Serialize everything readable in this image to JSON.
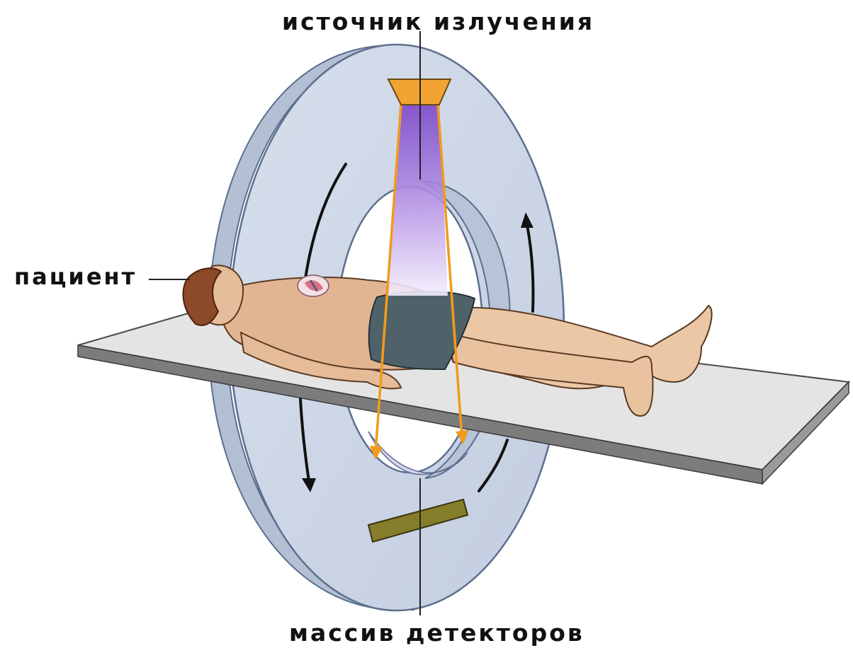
{
  "labels": {
    "source": "источник излучения",
    "patient": "пациент",
    "detectors": "массив детекторов"
  },
  "colors": {
    "gantry_face": "#c9d3e2",
    "gantry_side": "#aebbd0",
    "table_top": "#e2e2e2",
    "table_edge": "#7a7a7a",
    "skin": "#e9c2a0",
    "shorts": "#4d6068",
    "hair": "#8a4a2a",
    "xray_source": "#f2a433",
    "xray_beam": "#f29a1a",
    "beam_fill": "#9b6fd3",
    "detector": "#857d2a",
    "arrow": "#111111"
  },
  "icons": {
    "source": "xray-source-icon",
    "detector": "detector-array-icon"
  }
}
